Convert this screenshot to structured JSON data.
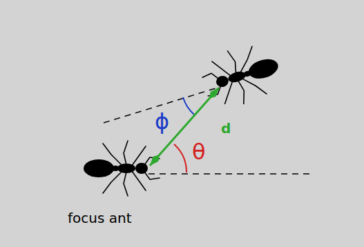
{
  "diagram": {
    "labels": [
      "ϕ",
      "d",
      "θ",
      "focus ant"
    ]
  }
}
